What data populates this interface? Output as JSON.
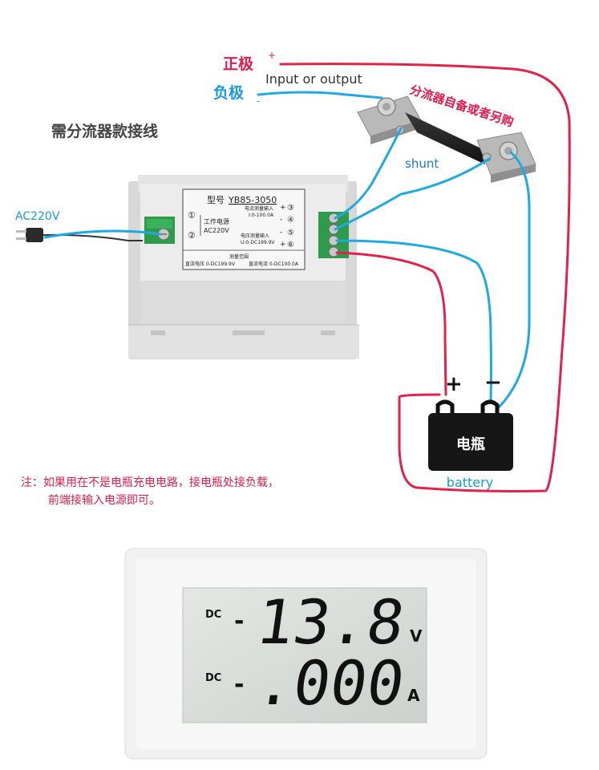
{
  "wiring": {
    "positive_label": "正极",
    "positive_sign": "+",
    "negative_label": "负极",
    "negative_sign": "-",
    "io_label": "Input or output",
    "shunt_note": "分流器自备或者另购",
    "shunt_label": "shunt",
    "title": "需分流器款接线",
    "ac_label": "AC220V",
    "battery_name": "电瓶",
    "battery_label": "battery",
    "battery_plus": "+",
    "battery_minus": "−"
  },
  "module": {
    "model_prefix": "型号",
    "model": "YB85-3050",
    "power_title": "工作电源",
    "power_voltage": "AC220V",
    "current_title": "电流测量输入",
    "current_range": "I:0-100.0A",
    "voltage_title": "电压测量输入",
    "voltage_range": "U:0-DC199.9V",
    "range_title": "测量范围",
    "range_voltage": "直流电压 0-DC199.9V",
    "range_current": "直流电流 0-DC100.0A",
    "terminals": [
      "①",
      "②",
      "③",
      "④",
      "⑤",
      "⑥"
    ],
    "terminal_signs": [
      "+",
      "-",
      "-",
      "+"
    ]
  },
  "note": {
    "line1": "注：如果用在不是电瓶充电电路，接电瓶处接负载，",
    "line2": "前端接输入电源即可。"
  },
  "display": {
    "row1_dc": "DC",
    "row1_sign": "-",
    "row1_value": "13.8",
    "row1_unit": "V",
    "row2_dc": "DC",
    "row2_sign": "-",
    "row2_value": ".000",
    "row2_unit": "A"
  },
  "colors": {
    "wire_red": "#e0234a",
    "wire_blue": "#1ea9e3",
    "label_red": "#e21b4d",
    "label_blue": "#1a9ad6",
    "terminal_green": "#2e9b4a",
    "lcd_bg": "#d9dcd9"
  }
}
